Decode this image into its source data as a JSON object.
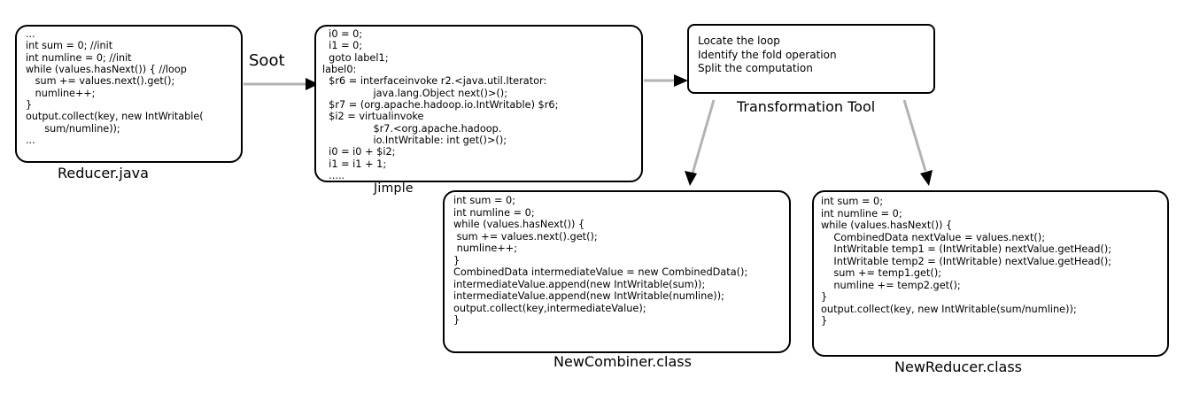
{
  "reducer": {
    "code": "...\nint sum = 0; //init\nint numline = 0; //init\nwhile (values.hasNext()) { //loop\n   sum += values.next().get();\n   numline++;\n}\noutput.collect(key, new IntWritable(\n      sum/numline));\n...",
    "caption": "Reducer.java"
  },
  "soot_label": "Soot",
  "jimple": {
    "code": "  i0 = 0;\n  i1 = 0;\n  goto label1;\nlabel0:\n  $r6 = interfaceinvoke r2.<java.util.Iterator:\n                java.lang.Object next()>();\n  $r7 = (org.apache.hadoop.io.IntWritable) $r6;\n  $i2 = virtualinvoke\n                $r7.<org.apache.hadoop.\n                io.IntWritable: int get()>();\n  i0 = i0 + $i2;\n  i1 = i1 + 1;\n  .....",
    "caption": "Jimple"
  },
  "tool": {
    "steps": "Locate the loop\nIdentify the fold operation\nSplit the computation",
    "caption": "Transformation Tool"
  },
  "combiner": {
    "code": "int sum = 0;\nint numline = 0;\nwhile (values.hasNext()) {\n sum += values.next().get();\n numline++;\n}\nCombinedData intermediateValue = new CombinedData();\nintermediateValue.append(new IntWritable(sum));\nintermediateValue.append(new IntWritable(numline));\noutput.collect(key,intermediateValue);\n}",
    "caption": "NewCombiner.class"
  },
  "newreducer": {
    "code": "int sum = 0;\nint numline = 0;\nwhile (values.hasNext()) {\n    CombinedData nextValue = values.next();\n    IntWritable temp1 = (IntWritable) nextValue.getHead();\n    IntWritable temp2 = (IntWritable) nextValue.getHead();\n    sum += temp1.get();\n    numline += temp2.get();\n}\noutput.collect(key, new IntWritable(sum/numline));\n}",
    "caption": "NewReducer.class"
  },
  "colors": {
    "arrow": "#b3b3b3",
    "arrowhead": "#000000",
    "border": "#000000"
  }
}
